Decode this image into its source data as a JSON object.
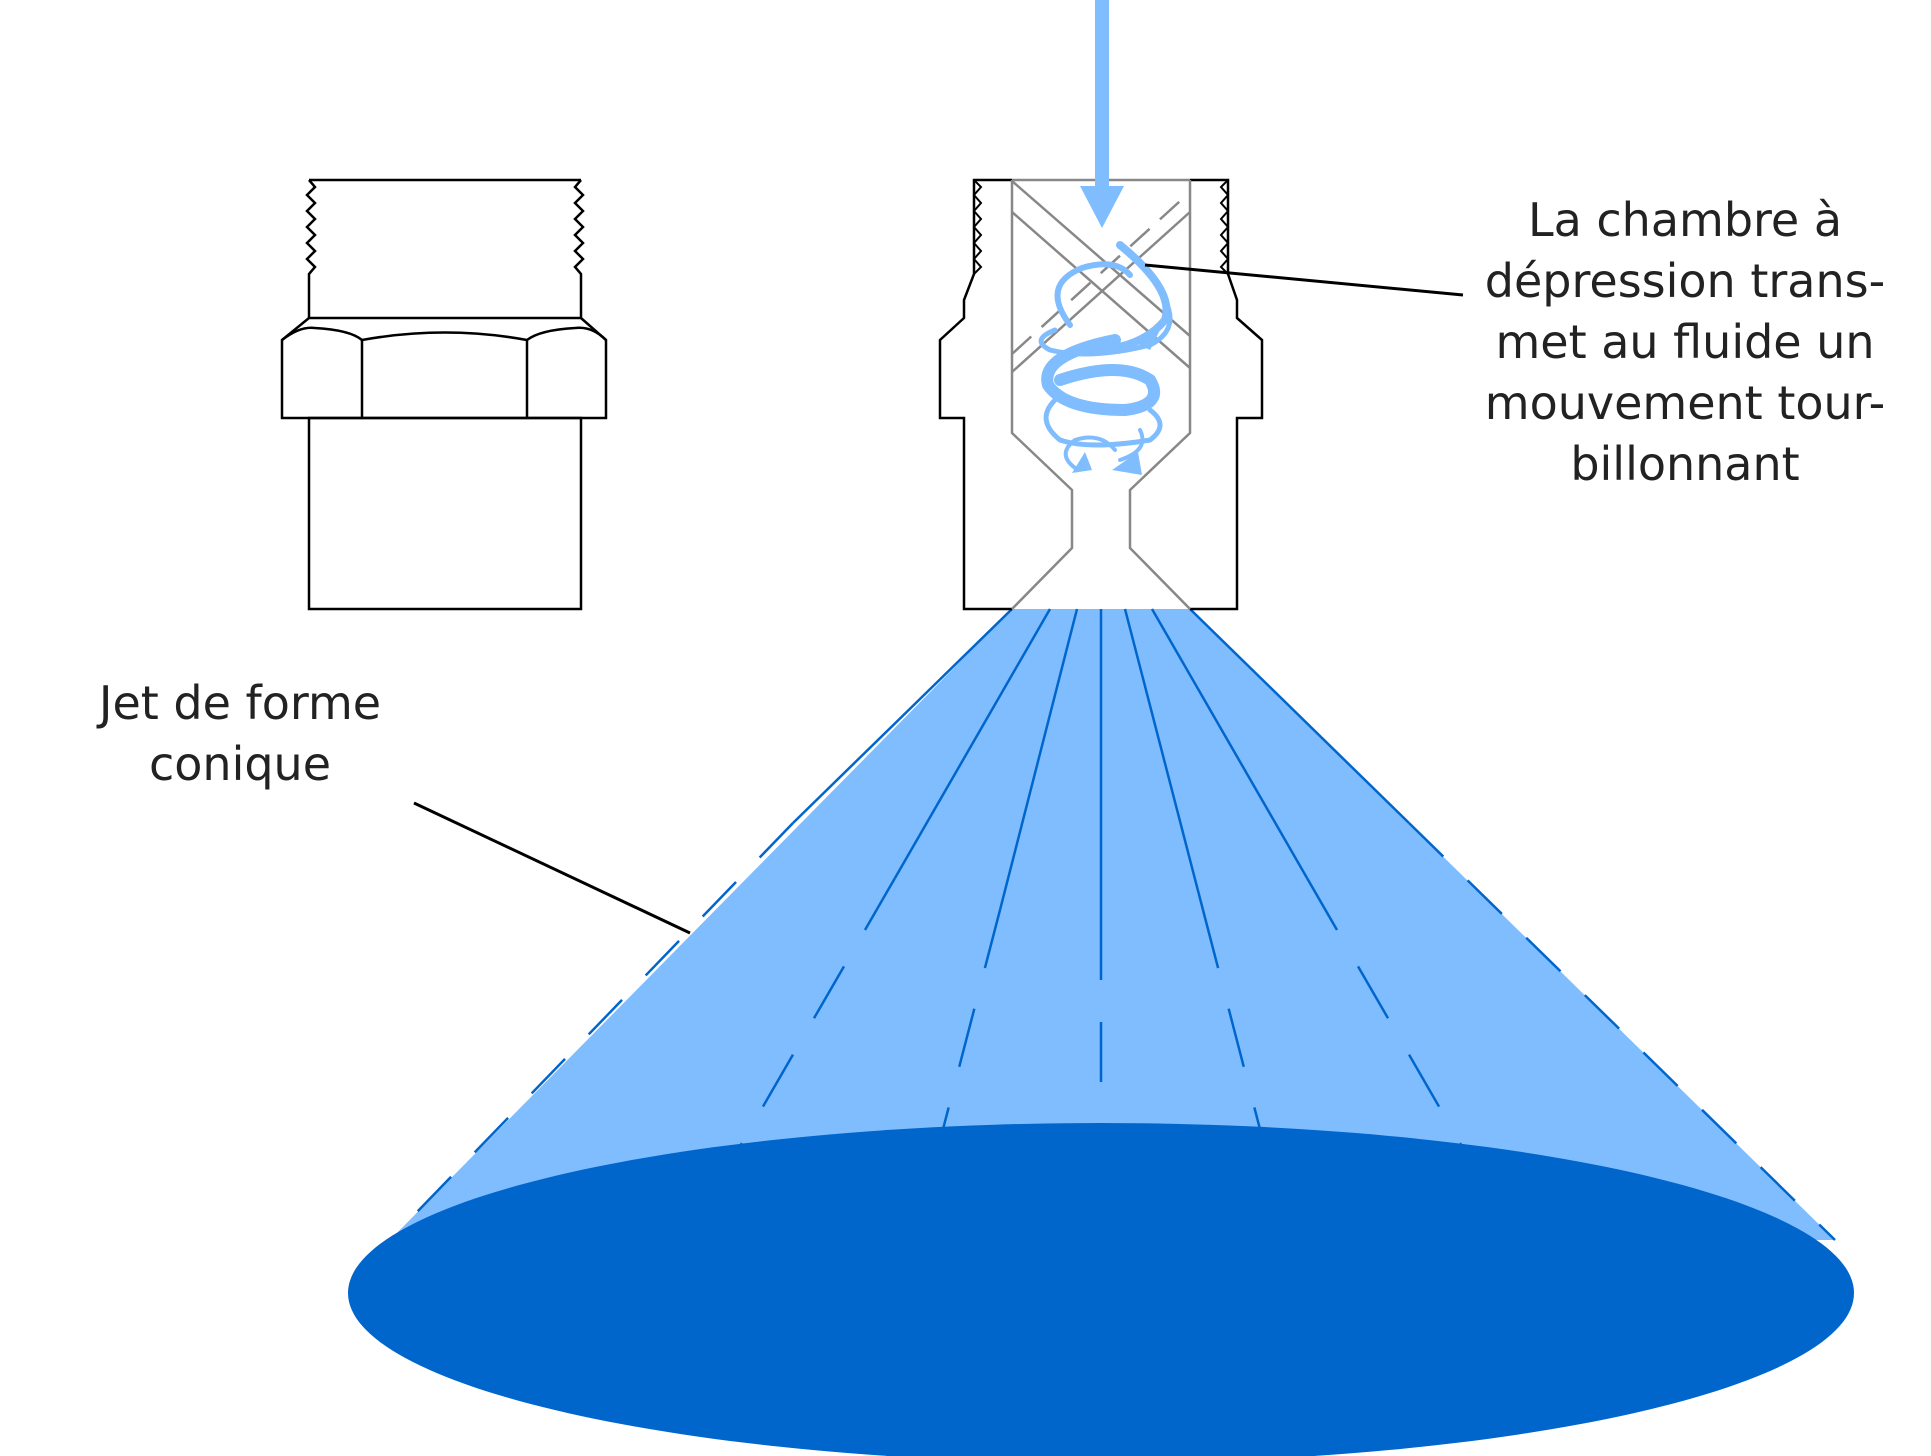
{
  "labels": {
    "chamber": [
      "La chambre à",
      "dépression trans-",
      "met au fluide un",
      "mouvement tour-",
      "billonnant"
    ],
    "jet": [
      "Jet de forme",
      "conique"
    ]
  },
  "colors": {
    "light_blue": "#80bdff",
    "dark_blue": "#0066cc",
    "outline": "#000000",
    "internal_outline": "#888888",
    "text": "#222222"
  }
}
